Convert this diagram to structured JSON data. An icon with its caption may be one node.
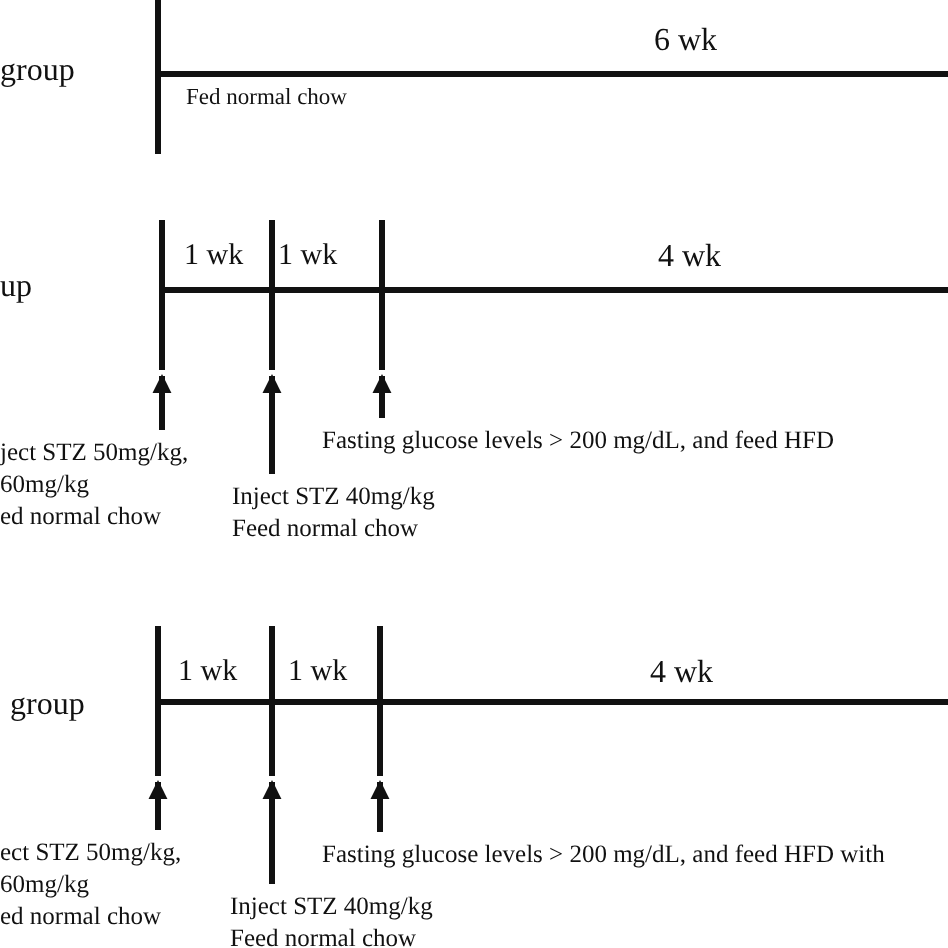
{
  "diagram": {
    "nodes": [
      {
        "text": [],
        "shape": "bar"
      },
      {
        "text": [],
        "shape": "bar"
      },
      {
        "text": [],
        "shape": "bar"
      },
      {
        "text": [
          "ject STZ 50mg/kg,",
          "60mg/kg",
          "ed normal chow"
        ]
      },
      {
        "text": [
          "Inject STZ 40mg/kg",
          "Feed normal chow"
        ]
      },
      {
        "text": [
          "Fasting glucose levels > 200 mg/dL, and feed HFD"
        ]
      },
      {
        "text": [],
        "shape": "bar"
      },
      {
        "text": [],
        "shape": "bar"
      },
      {
        "text": [],
        "shape": "bar"
      },
      {
        "text": [
          "ect STZ 50mg/kg,",
          "60mg/kg",
          "ed normal chow"
        ]
      },
      {
        "text": [
          "Inject STZ 40mg/kg",
          "Feed normal chow"
        ]
      },
      {
        "text": [
          "Fasting glucose levels > 200 mg/dL, and feed HFD with"
        ]
      }
    ],
    "edges": [
      {
        "from": 3,
        "to": 0,
        "arrow": "to"
      },
      {
        "from": 4,
        "to": 1,
        "arrow": "to"
      },
      {
        "from": 5,
        "to": 2,
        "arrow": "to"
      },
      {
        "from": 9,
        "to": 6,
        "arrow": "to"
      },
      {
        "from": 10,
        "to": 7,
        "arrow": "to"
      },
      {
        "from": 11,
        "to": 8,
        "arrow": "to"
      }
    ],
    "labels": [
      "group",
      "6 wk",
      "Fed normal chow",
      "up",
      "1 wk",
      "1 wk",
      "4 wk",
      "1 wk",
      "1 wk",
      "4 wk",
      "group"
    ]
  }
}
